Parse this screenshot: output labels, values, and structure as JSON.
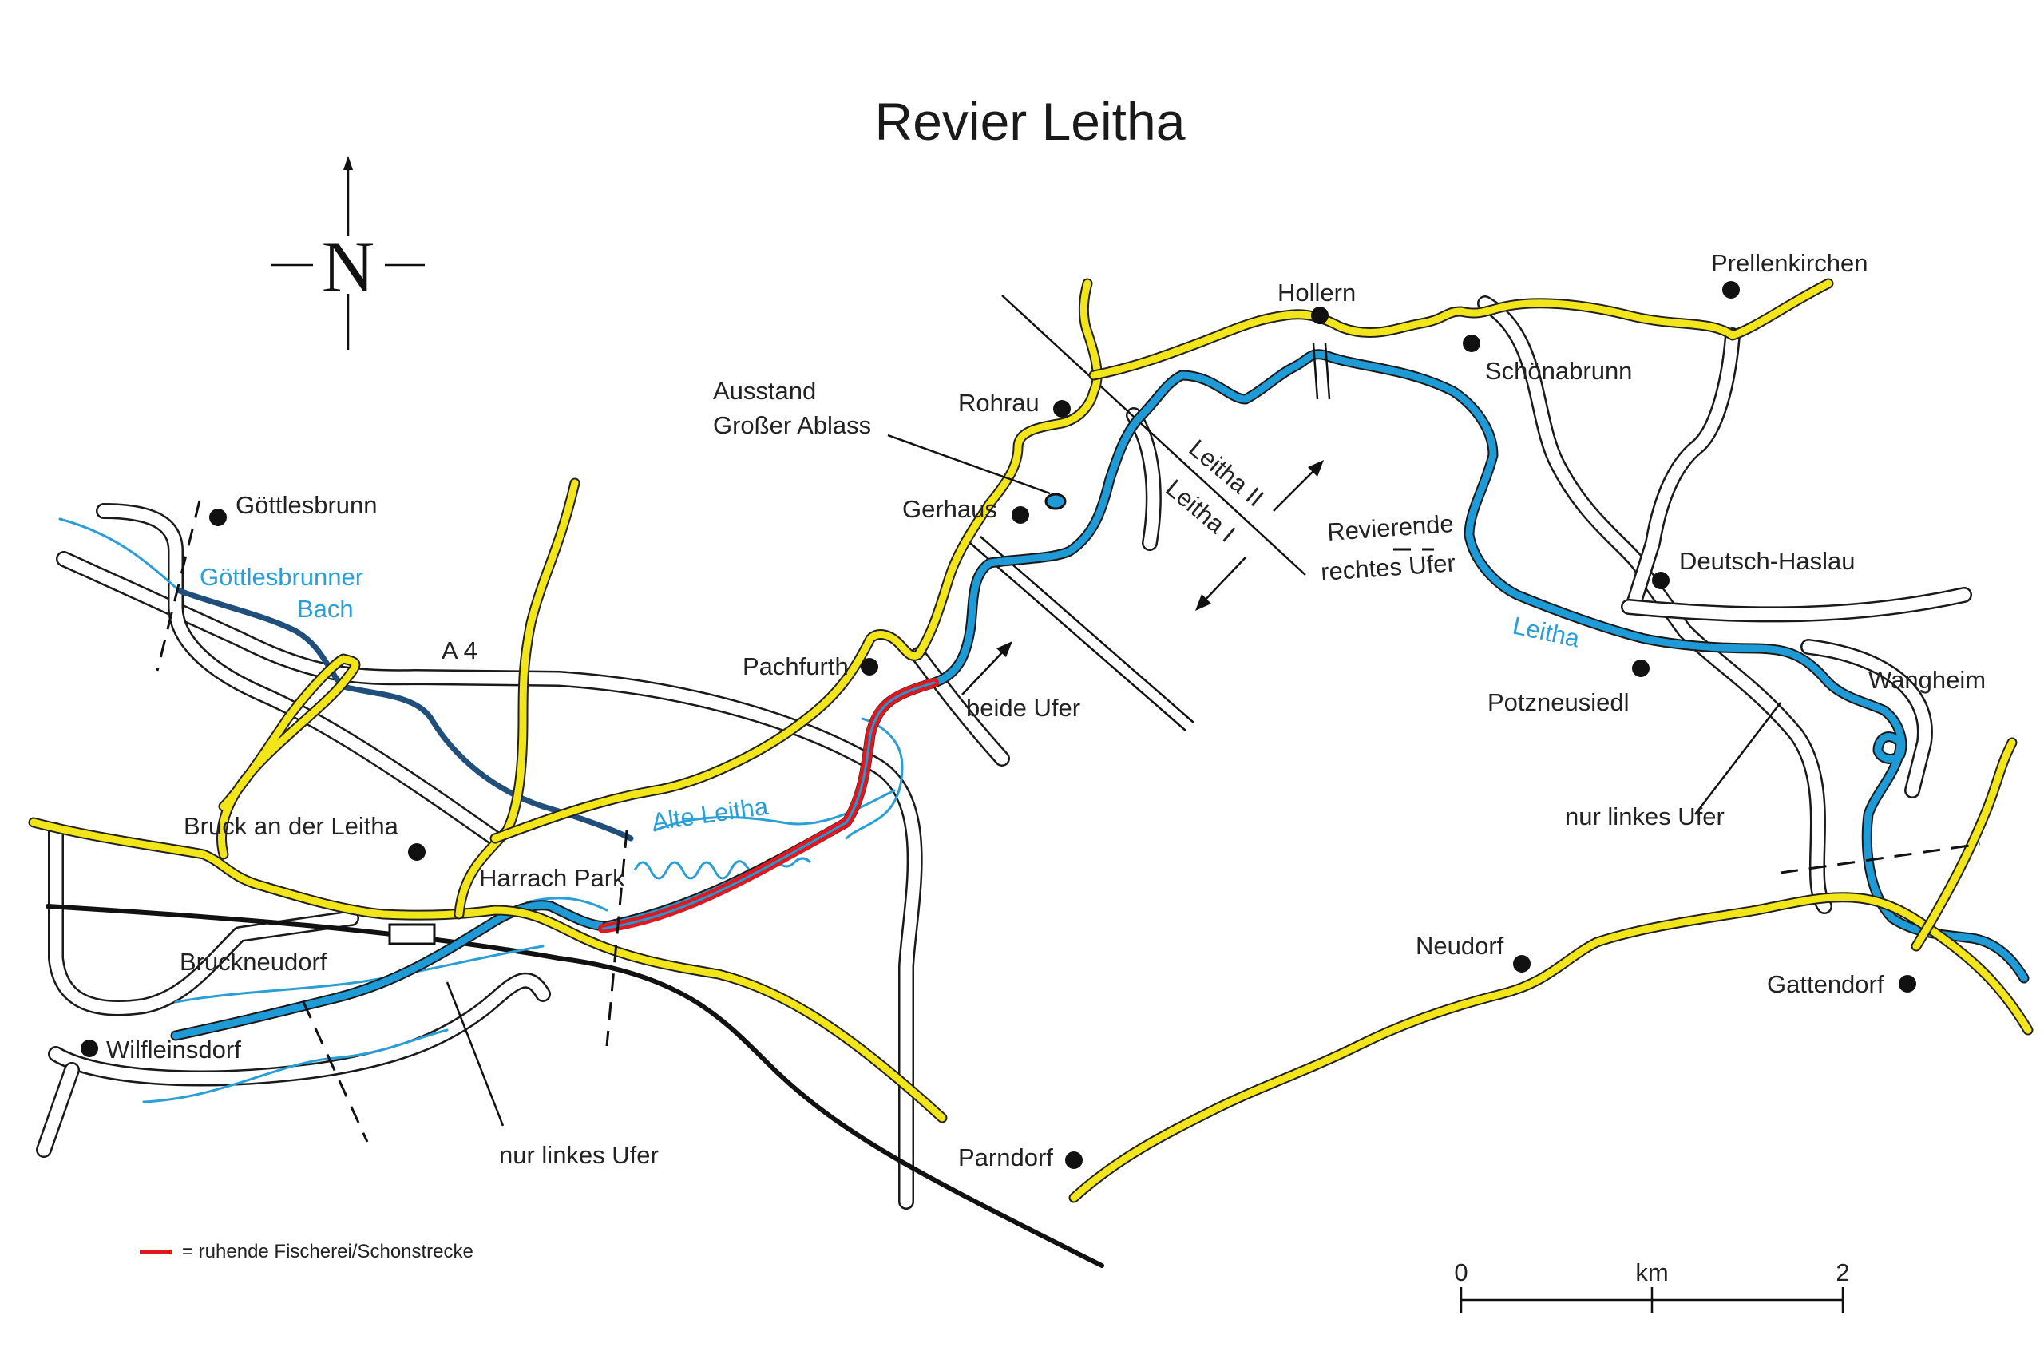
{
  "title": "Revier Leitha",
  "north_label": "N",
  "colors": {
    "main_road": "#f2e51a",
    "river": "#1e9ad6",
    "closed_section": "#e3161b",
    "stream_label": "#2a9fd6"
  },
  "roads": {
    "motorway_label": "A 4"
  },
  "places": {
    "goettlesbrunn": "Göttlesbrunn",
    "bruck": "Bruck an der Leitha",
    "harrach": "Harrach Park",
    "bruckneudorf": "Bruckneudorf",
    "wilfleinsdorf": "Wilfleinsdorf",
    "pachfurth": "Pachfurth",
    "gerhaus": "Gerhaus",
    "rohrau": "Rohrau",
    "hollern": "Hollern",
    "schoenabrunn": "Schönabrunn",
    "prellenkirchen": "Prellenkirchen",
    "deutsch_haslau": "Deutsch-Haslau",
    "potzneusiedl": "Potzneusiedl",
    "wangheim": "Wangheim",
    "neudorf": "Neudorf",
    "gattendorf": "Gattendorf",
    "parndorf": "Parndorf"
  },
  "waters": {
    "goettlesbrunner_bach_1": "Göttlesbrunner",
    "goettlesbrunner_bach_2": "Bach",
    "alte_leitha": "Alte Leitha",
    "leitha": "Leitha"
  },
  "annotations": {
    "ausstand_1": "Ausstand",
    "ausstand_2": "Großer Ablass",
    "leitha_ii": "Leitha II",
    "leitha_i": "Leitha I",
    "revierende_1": "Revierende",
    "revierende_2": "rechtes Ufer",
    "beide_ufer": "beide Ufer",
    "nur_linkes_ufer_east": "nur linkes Ufer",
    "nur_linkes_ufer_west": "nur linkes Ufer"
  },
  "legend": {
    "text": "= ruhende Fischerei/Schonstrecke"
  },
  "scale": {
    "start": "0",
    "unit": "km",
    "end": "2"
  }
}
